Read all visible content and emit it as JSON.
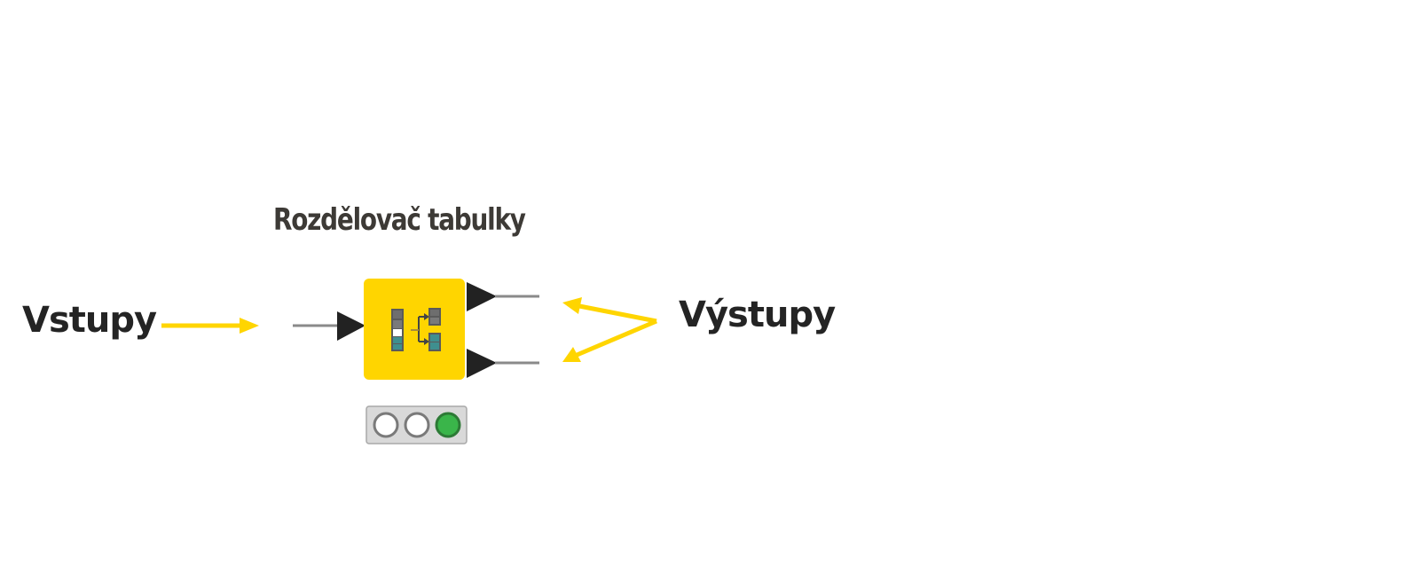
{
  "node": {
    "title": "Rozdělovač tabulky",
    "fill_color": "#ffd500",
    "icon": "table-split-icon",
    "port_color": "#222222",
    "status": {
      "lights": [
        "off",
        "off",
        "green"
      ],
      "green_color": "#3ab54a",
      "panel_color": "#d9d9d9"
    }
  },
  "labels": {
    "inputs": "Vstupy",
    "outputs": "Výstupy"
  },
  "annotation_color": "#ffd500",
  "connection_color": "#8a8a8a"
}
